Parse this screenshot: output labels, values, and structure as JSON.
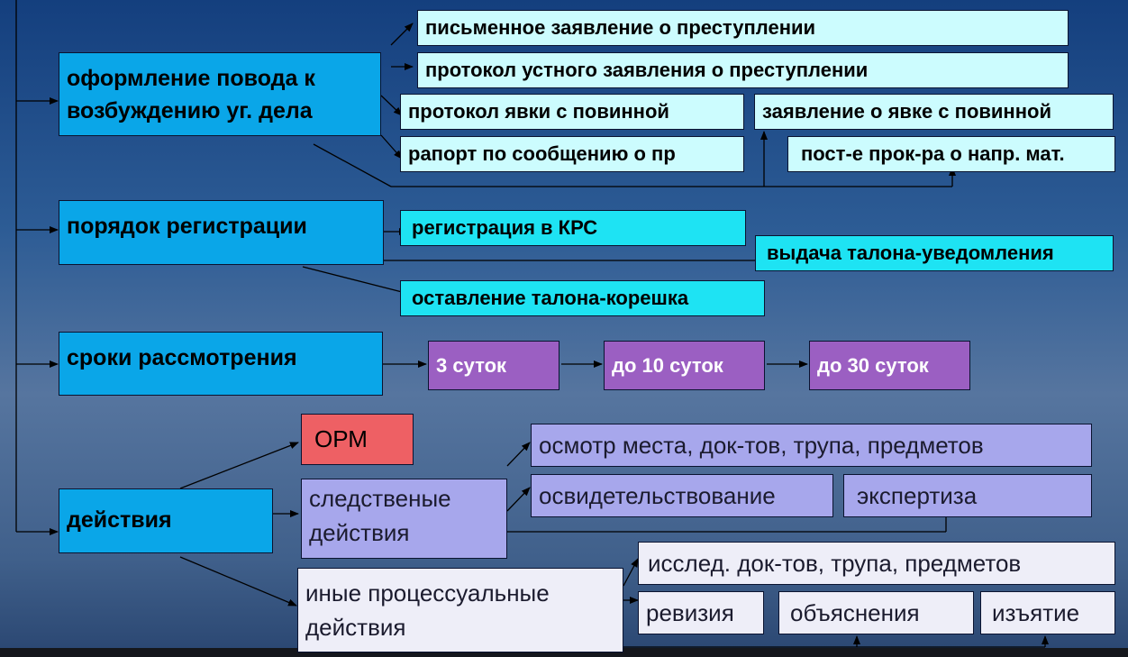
{
  "diagram": {
    "main": {
      "grounds": "оформление повода к возбуждению уг. дела",
      "registration": "порядок регистрации",
      "terms": "сроки рассмотрения",
      "actions": "действия"
    },
    "grounds": {
      "written": "письменное заявление о преступлении",
      "oral": "протокол устного заявления о преступлении",
      "surrender_protocol": "протокол явки с повинной",
      "surrender_statement": "заявление о явке с повинной",
      "report": "рапорт по сообщению о пр",
      "prosecutor": "пост-е прок-ра о напр. мат."
    },
    "registration": {
      "krs": "регистрация в КРС",
      "coupon": "выдача талона-уведомления",
      "stub": "оставление талона-корешка"
    },
    "terms": {
      "t1": "3 суток",
      "t2": "до 10 суток",
      "t3": "до 30 суток"
    },
    "actions": {
      "orm": "ОРМ",
      "investigative": "следственые действия",
      "inspection": "осмотр места, док-тов, трупа, предметов",
      "examination": "освидетельствование",
      "expertise": "экспертиза",
      "other": "иные процессуальные действия",
      "research": "исслед. док-тов, трупа, предметов",
      "audit": "ревизия",
      "explanations": "объяснения",
      "seizure": "изъятие"
    }
  },
  "colors": {
    "main": "#0aa6e8",
    "light": "#ccfcfe",
    "cyan": "#1ee3f3",
    "purple": "#9b5fc2",
    "orm": "#ee6064",
    "lavender": "#a7a7ec",
    "white": "#eeeef8"
  }
}
